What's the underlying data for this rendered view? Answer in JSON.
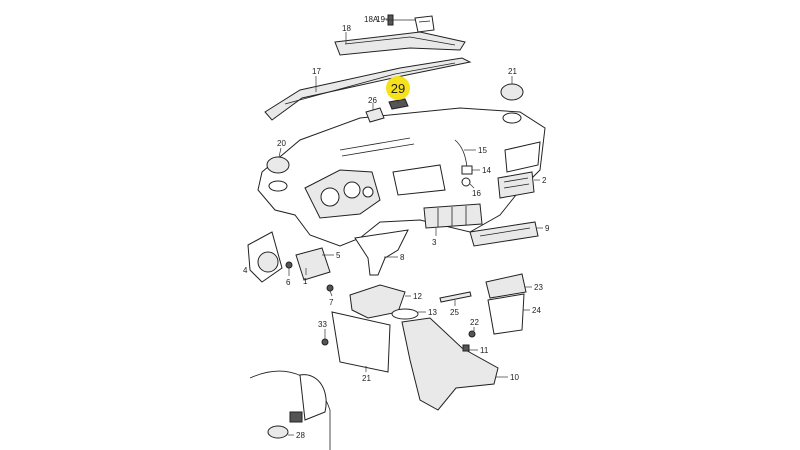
{
  "diagram": {
    "highlight": {
      "label": "29",
      "color": "#f5e11c"
    },
    "callouts": [
      {
        "id": "c1",
        "label": "1"
      },
      {
        "id": "c3",
        "label": "3"
      },
      {
        "id": "c4",
        "label": "4"
      },
      {
        "id": "c5",
        "label": "5"
      },
      {
        "id": "c6",
        "label": "6"
      },
      {
        "id": "c7",
        "label": "7"
      },
      {
        "id": "c8",
        "label": "8"
      },
      {
        "id": "c9",
        "label": "9"
      },
      {
        "id": "c10",
        "label": "10"
      },
      {
        "id": "c11",
        "label": "11"
      },
      {
        "id": "c12",
        "label": "12"
      },
      {
        "id": "c13",
        "label": "13"
      },
      {
        "id": "c14",
        "label": "14"
      },
      {
        "id": "c15",
        "label": "15"
      },
      {
        "id": "c16",
        "label": "16"
      },
      {
        "id": "c17",
        "label": "17"
      },
      {
        "id": "c18",
        "label": "18"
      },
      {
        "id": "c18a",
        "label": "18A"
      },
      {
        "id": "c19",
        "label": "19"
      },
      {
        "id": "c20",
        "label": "20"
      },
      {
        "id": "c21a",
        "label": "21"
      },
      {
        "id": "c21b",
        "label": "21"
      },
      {
        "id": "c22",
        "label": "22"
      },
      {
        "id": "c23",
        "label": "23"
      },
      {
        "id": "c24",
        "label": "24"
      },
      {
        "id": "c25",
        "label": "25"
      },
      {
        "id": "c26",
        "label": "26"
      },
      {
        "id": "c28",
        "label": "28"
      },
      {
        "id": "c33",
        "label": "33"
      },
      {
        "id": "c2",
        "label": "2"
      }
    ]
  }
}
